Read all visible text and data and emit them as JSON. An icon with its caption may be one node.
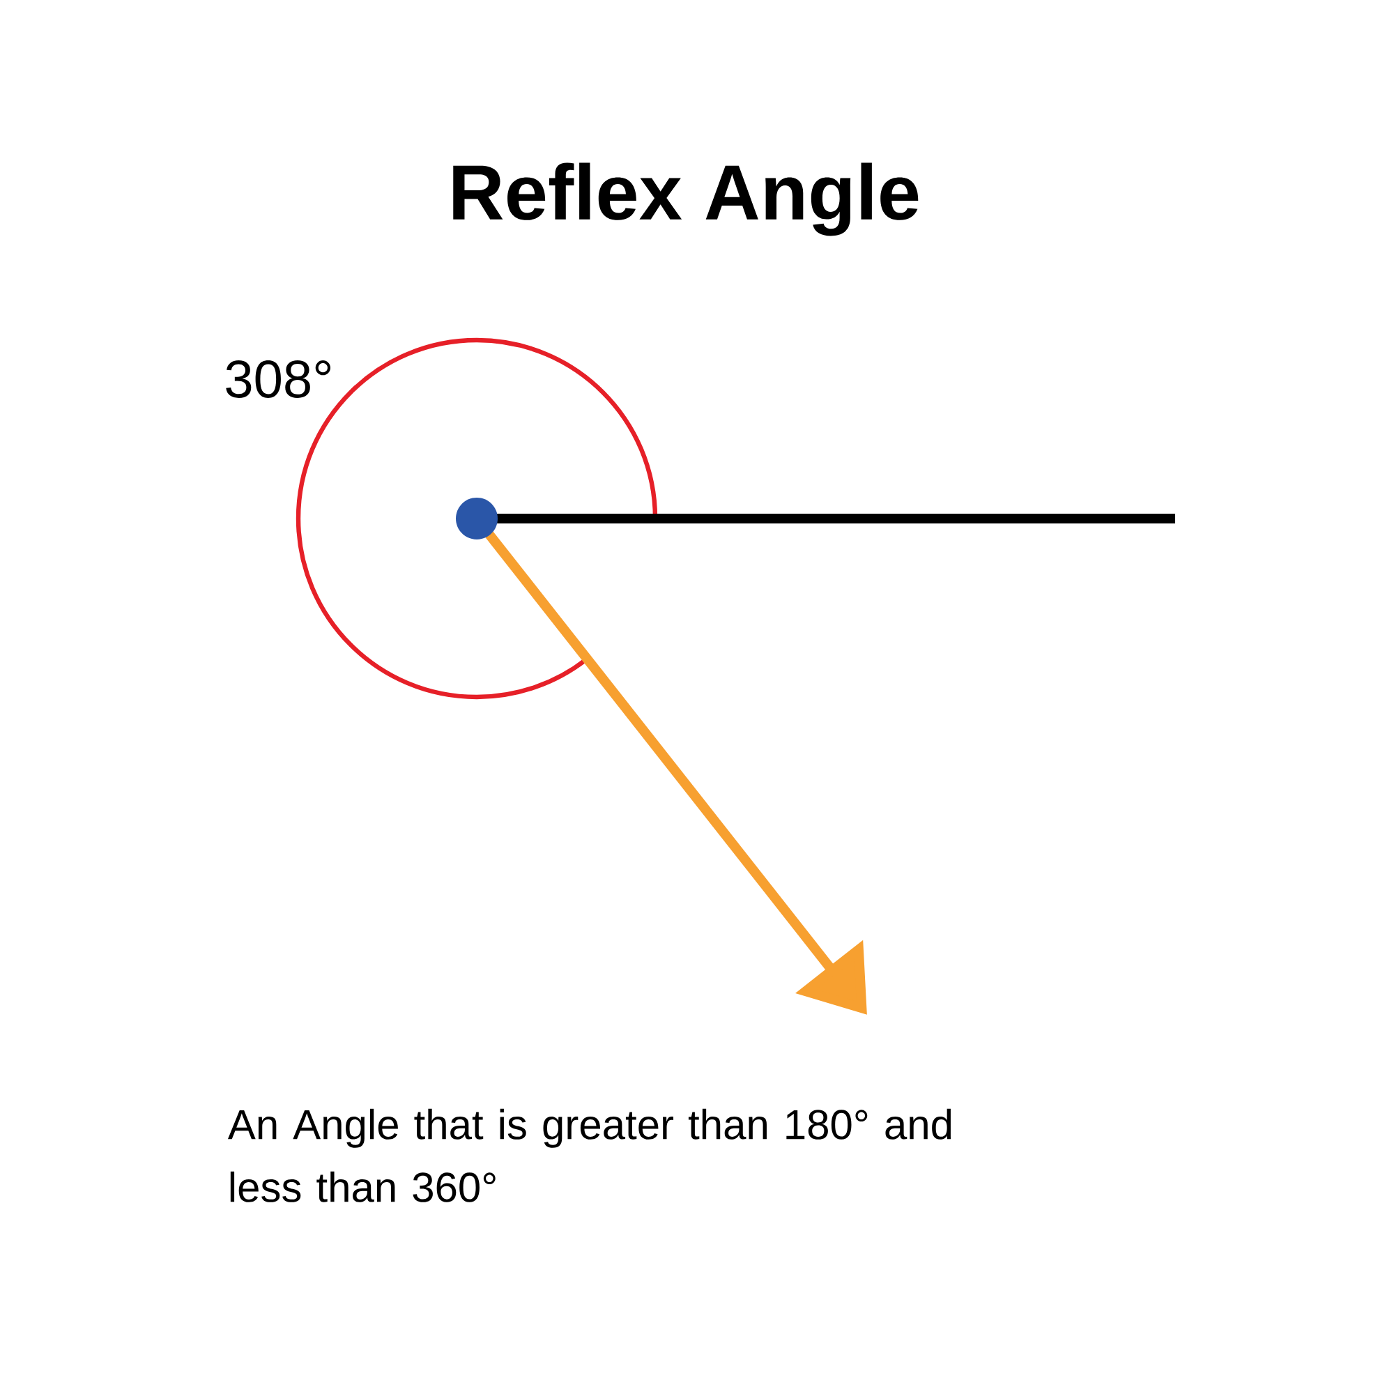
{
  "diagram": {
    "title": "Reflex Angle",
    "labels": [
      "308°"
    ],
    "caption": "An Angle that is greater than 180° and less than 360°"
  }
}
